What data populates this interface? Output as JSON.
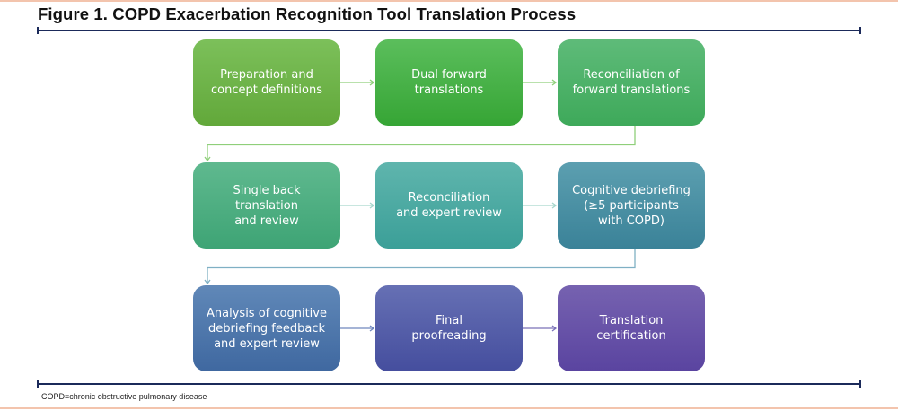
{
  "figure": {
    "title": "Figure 1. COPD Exacerbation Recognition Tool Translation Process",
    "footnote": "COPD=chronic obstructive pulmonary disease"
  },
  "colors": {
    "rule_accent": "#f3c4ad",
    "axis_line": "#1b2a5a"
  },
  "steps": [
    {
      "label": "Preparation and\nconcept definitions",
      "color_top": "#7cc05a",
      "color_bottom": "#62a83a"
    },
    {
      "label": "Dual forward\ntranslations",
      "color_top": "#5bbe5c",
      "color_bottom": "#36a535"
    },
    {
      "label": "Reconciliation of\nforward translations",
      "color_top": "#5ebb79",
      "color_bottom": "#3ea95a"
    },
    {
      "label": "Single back\ntranslation\nand review",
      "color_top": "#5fb98f",
      "color_bottom": "#3ea475"
    },
    {
      "label": "Reconciliation\nand expert review",
      "color_top": "#5fb5ad",
      "color_bottom": "#3b9f98"
    },
    {
      "label": "Cognitive debriefing\n(≥5 participants\nwith COPD)",
      "color_top": "#5c9fb0",
      "color_bottom": "#3a8298"
    },
    {
      "label": "Analysis of cognitive\ndebriefing feedback\nand expert review",
      "color_top": "#6088b8",
      "color_bottom": "#3f68a0"
    },
    {
      "label": "Final\nproofreading",
      "color_top": "#6670b4",
      "color_bottom": "#454e9e"
    },
    {
      "label": "Translation\ncertification",
      "color_top": "#7662b0",
      "color_bottom": "#5a44a0"
    }
  ],
  "connectors": [
    {
      "from": 1,
      "to": 2,
      "color": "#8fcf7a"
    },
    {
      "from": 2,
      "to": 3,
      "color": "#8fcf7a"
    },
    {
      "from": 3,
      "to": 4,
      "color": "#8fcf7a"
    },
    {
      "from": 4,
      "to": 5,
      "color": "#a6d6cc"
    },
    {
      "from": 5,
      "to": 6,
      "color": "#a6d6cc"
    },
    {
      "from": 6,
      "to": 7,
      "color": "#7fb0c4"
    },
    {
      "from": 7,
      "to": 8,
      "color": "#6f86bd"
    },
    {
      "from": 8,
      "to": 9,
      "color": "#7b72b8"
    }
  ]
}
